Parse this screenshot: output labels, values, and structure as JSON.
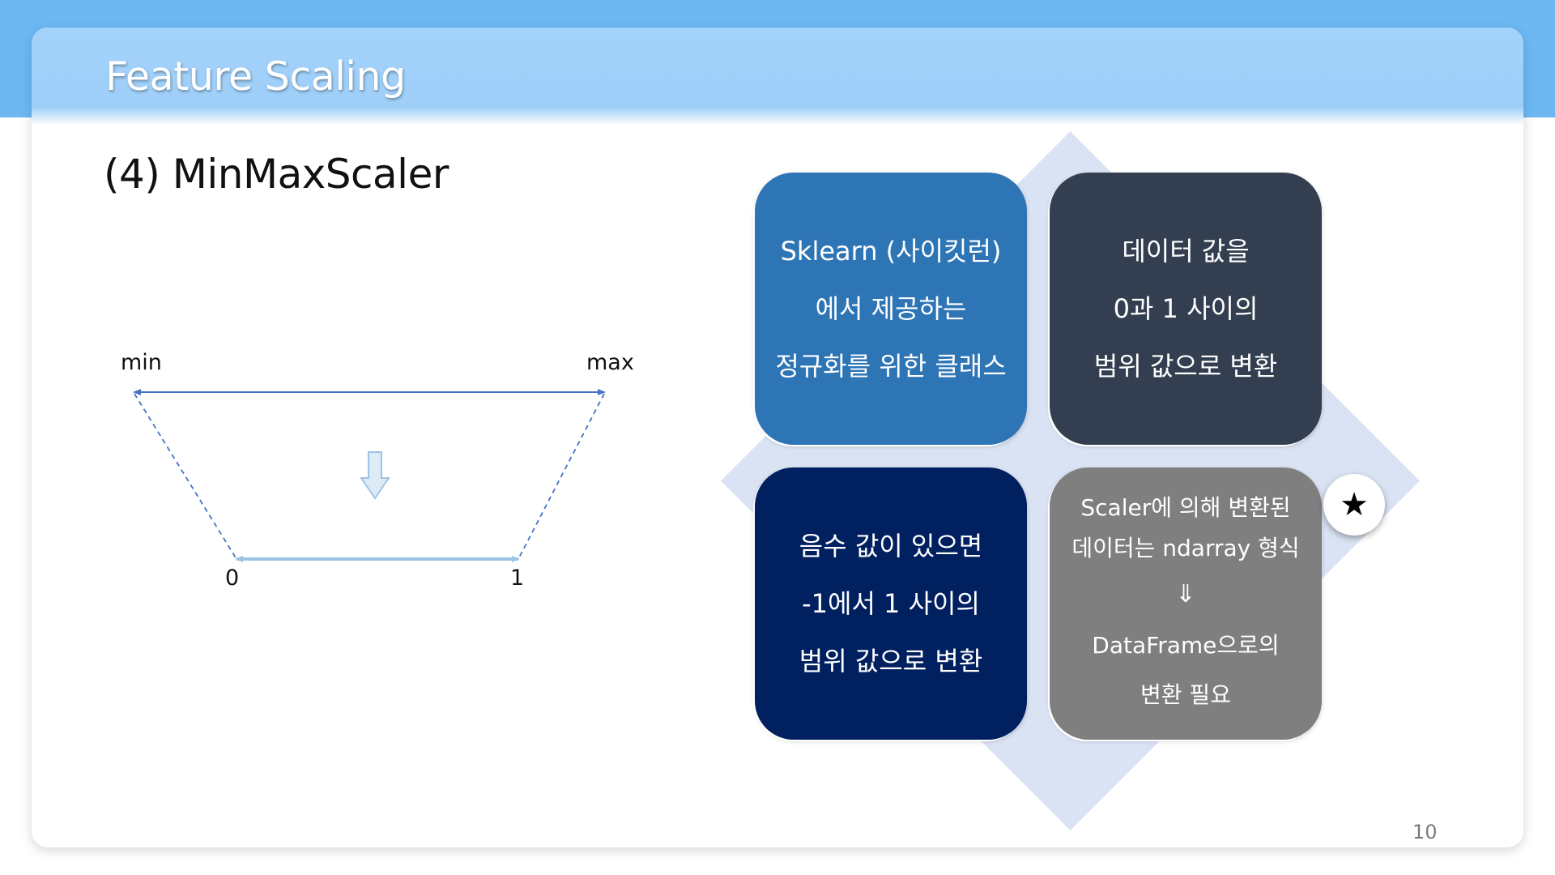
{
  "header": {
    "title": "Feature Scaling"
  },
  "subtitle": "(4) MinMaxScaler",
  "diagram": {
    "min_label": "min",
    "max_label": "max",
    "zero_label": "0",
    "one_label": "1"
  },
  "cards": {
    "top_left": {
      "line1": "Sklearn (사이킷런)",
      "line2": "에서 제공하는",
      "line3": "정규화를 위한 클래스"
    },
    "top_right": {
      "line1": "데이터 값을",
      "line2": "0과 1 사이의",
      "line3": "범위 값으로 변환"
    },
    "bottom_left": {
      "line1": "음수 값이 있으면",
      "line2": "-1에서 1 사이의",
      "line3": "범위 값으로 변환"
    },
    "bottom_right": {
      "line1": "Scaler에 의해 변환된",
      "line2": "데이터는 ndarray 형식",
      "arrow": "⇓",
      "line3": "DataFrame으로의",
      "line4": "변환 필요"
    }
  },
  "badge": {
    "symbol": "★",
    "icon": "star-icon"
  },
  "footer": {
    "page_number": "10"
  },
  "colors": {
    "top_band": "#6db8f3",
    "header_bar": "#a3d2fa",
    "diamond": "#dae3f4",
    "card_top_left": "#2e75b6",
    "card_top_right": "#333f50",
    "card_bottom_left": "#002060",
    "card_bottom_right": "#7f7f7f",
    "diagram_line": "#4472c4",
    "diagram_arrow": "#9dc3e6"
  }
}
